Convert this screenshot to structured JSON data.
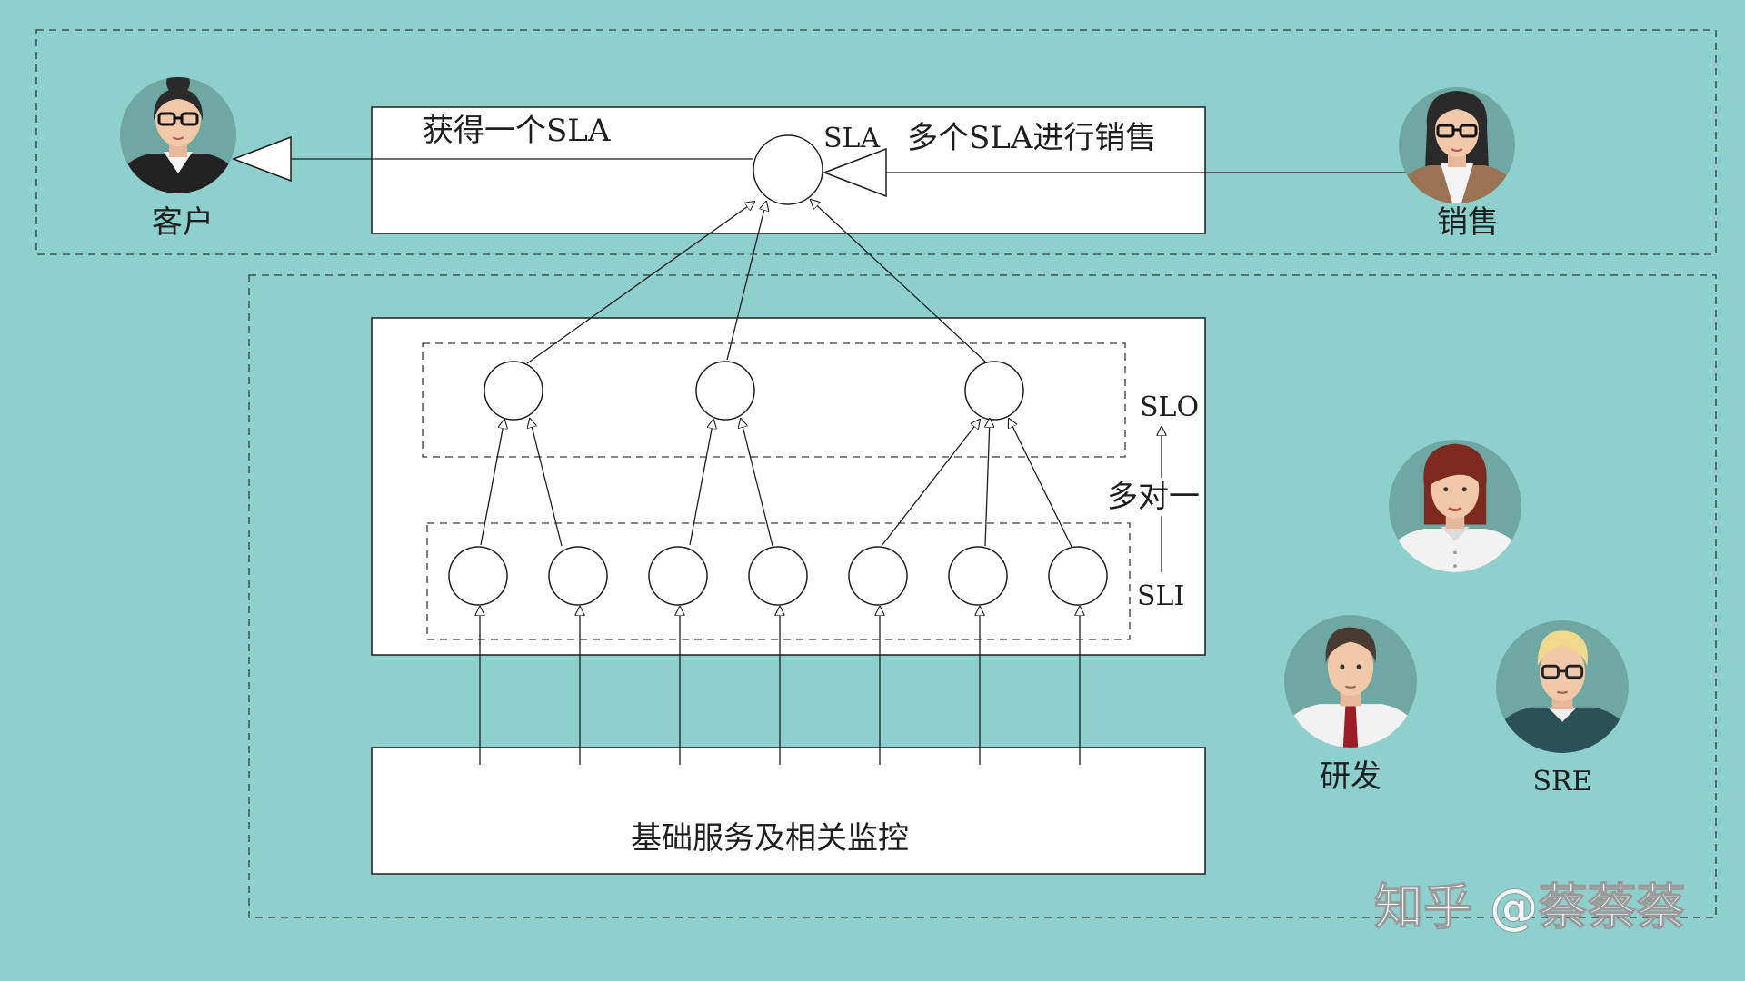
{
  "sla_box": {
    "left_label": "获得一个SLA",
    "node_label": "SLA",
    "right_label": "多个SLA进行销售"
  },
  "slo_label": "SLO",
  "many_to_one_label": "多对一",
  "sli_label": "SLI",
  "base_box_label": "基础服务及相关监控",
  "people": {
    "customer": {
      "label": "客户",
      "icon": "woman-with-glasses-bun-avatar"
    },
    "sales": {
      "label": "销售",
      "icon": "woman-with-glasses-long-hair-avatar"
    },
    "unlabeled": {
      "icon": "woman-red-hair-avatar"
    },
    "developer": {
      "label": "研发",
      "icon": "man-red-tie-avatar"
    },
    "sre": {
      "label": "SRE",
      "icon": "blond-man-with-glasses-avatar"
    }
  },
  "watermark": "知乎 @蔡蔡蔡",
  "colors": {
    "background": "#8ed0cd",
    "avatar_bg": "#6fa7a3",
    "line": "#1e1e1e"
  }
}
